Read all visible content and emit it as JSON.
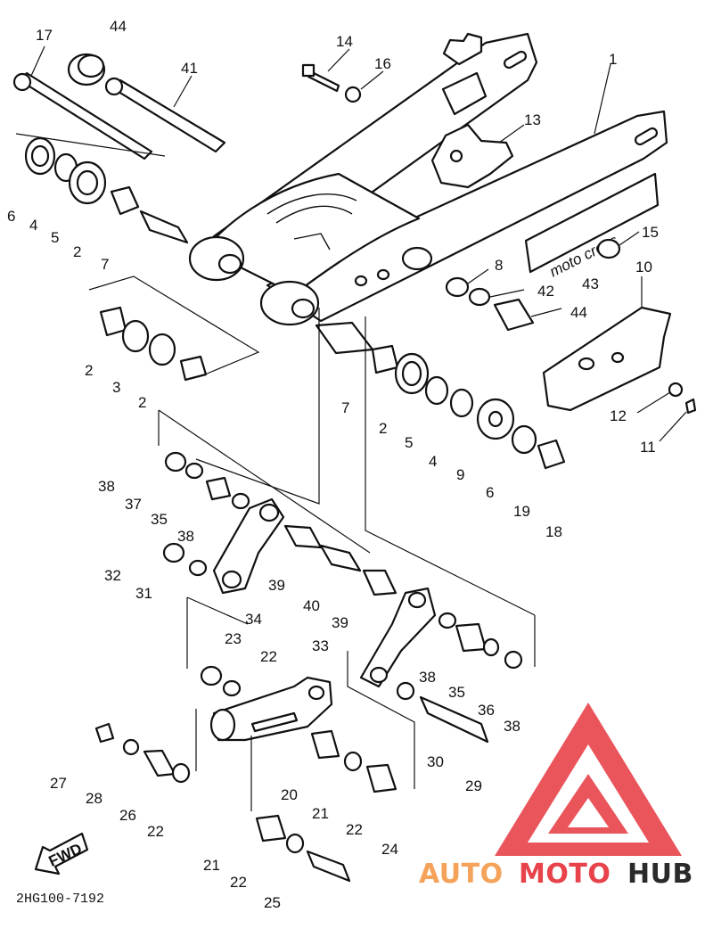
{
  "diagram_code": "2HG100-7192",
  "fwd_label": "FWD",
  "decal_text": "moto cross",
  "watermark": {
    "part1": "AUTO",
    "part2": "MOTO",
    "part3": "HUB",
    "color_orange": "#f5a25a",
    "color_red": "#e8424a",
    "color_dark": "#2a2a2a"
  },
  "callouts": [
    {
      "id": "c1",
      "text": "1"
    },
    {
      "id": "c17",
      "text": "17"
    },
    {
      "id": "c44a",
      "text": "44"
    },
    {
      "id": "c41",
      "text": "41"
    },
    {
      "id": "c14",
      "text": "14"
    },
    {
      "id": "c16",
      "text": "16"
    },
    {
      "id": "c13",
      "text": "13"
    },
    {
      "id": "c15",
      "text": "15"
    },
    {
      "id": "c8",
      "text": "8"
    },
    {
      "id": "c42",
      "text": "42"
    },
    {
      "id": "c43",
      "text": "43"
    },
    {
      "id": "c44b",
      "text": "44"
    },
    {
      "id": "c10",
      "text": "10"
    },
    {
      "id": "c6a",
      "text": "6"
    },
    {
      "id": "c4a",
      "text": "4"
    },
    {
      "id": "c5a",
      "text": "5"
    },
    {
      "id": "c2a",
      "text": "2"
    },
    {
      "id": "c7a",
      "text": "7"
    },
    {
      "id": "c2b",
      "text": "2"
    },
    {
      "id": "c3",
      "text": "3"
    },
    {
      "id": "c2c",
      "text": "2"
    },
    {
      "id": "c7b",
      "text": "7"
    },
    {
      "id": "c2d",
      "text": "2"
    },
    {
      "id": "c5b",
      "text": "5"
    },
    {
      "id": "c4b",
      "text": "4"
    },
    {
      "id": "c9",
      "text": "9"
    },
    {
      "id": "c6b",
      "text": "6"
    },
    {
      "id": "c19",
      "text": "19"
    },
    {
      "id": "c18",
      "text": "18"
    },
    {
      "id": "c12",
      "text": "12"
    },
    {
      "id": "c11",
      "text": "11"
    },
    {
      "id": "c38a",
      "text": "38"
    },
    {
      "id": "c37",
      "text": "37"
    },
    {
      "id": "c35a",
      "text": "35"
    },
    {
      "id": "c38b",
      "text": "38"
    },
    {
      "id": "c32",
      "text": "32"
    },
    {
      "id": "c31",
      "text": "31"
    },
    {
      "id": "c39a",
      "text": "39"
    },
    {
      "id": "c40",
      "text": "40"
    },
    {
      "id": "c39b",
      "text": "39"
    },
    {
      "id": "c34",
      "text": "34"
    },
    {
      "id": "c23",
      "text": "23"
    },
    {
      "id": "c22a",
      "text": "22"
    },
    {
      "id": "c33",
      "text": "33"
    },
    {
      "id": "c38c",
      "text": "38"
    },
    {
      "id": "c35b",
      "text": "35"
    },
    {
      "id": "c36",
      "text": "36"
    },
    {
      "id": "c38d",
      "text": "38"
    },
    {
      "id": "c30",
      "text": "30"
    },
    {
      "id": "c29",
      "text": "29"
    },
    {
      "id": "c27",
      "text": "27"
    },
    {
      "id": "c28",
      "text": "28"
    },
    {
      "id": "c26",
      "text": "26"
    },
    {
      "id": "c22b",
      "text": "22"
    },
    {
      "id": "c20",
      "text": "20"
    },
    {
      "id": "c21a",
      "text": "21"
    },
    {
      "id": "c22c",
      "text": "22"
    },
    {
      "id": "c24",
      "text": "24"
    },
    {
      "id": "c21b",
      "text": "21"
    },
    {
      "id": "c22d",
      "text": "22"
    },
    {
      "id": "c25",
      "text": "25"
    }
  ]
}
